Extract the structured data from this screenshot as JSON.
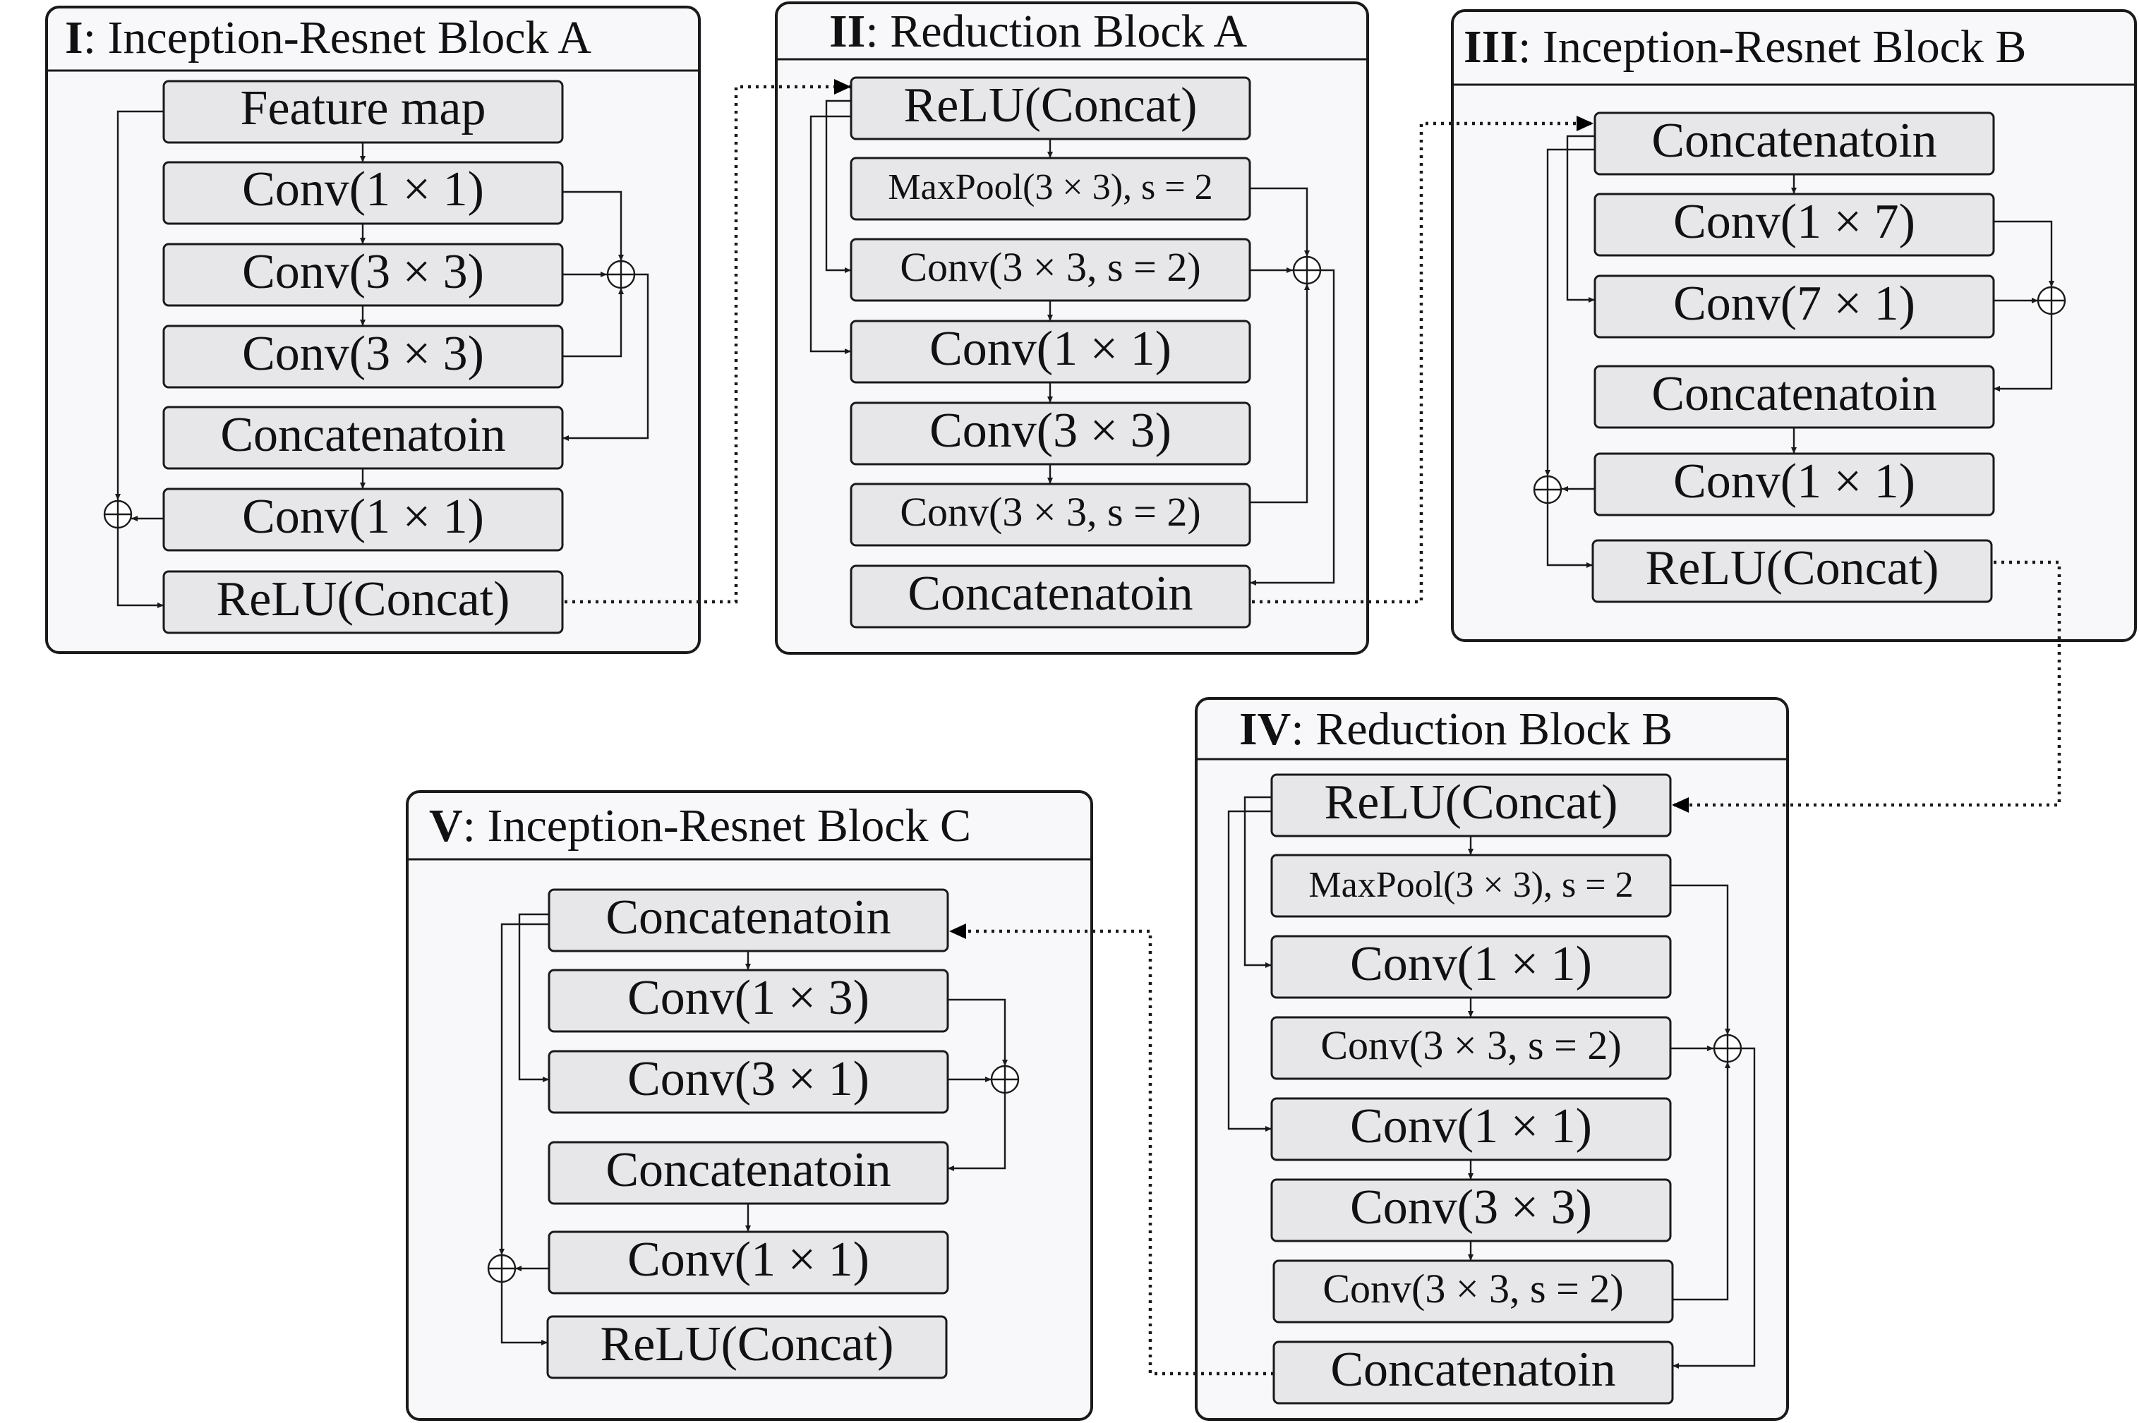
{
  "panels": [
    {
      "id": "I",
      "numeral": "I",
      "title": ": Inception-Resnet Block A",
      "nodes": [
        {
          "id": "fm",
          "label": "Feature map"
        },
        {
          "id": "c11a",
          "label": "Conv(1 × 1)"
        },
        {
          "id": "c33a",
          "label": "Conv(3 × 3)"
        },
        {
          "id": "c33b",
          "label": "Conv(3 × 3)"
        },
        {
          "id": "cat",
          "label": "Concatenatoin"
        },
        {
          "id": "c11b",
          "label": "Conv(1 × 1)"
        },
        {
          "id": "relu",
          "label": "ReLU(Concat)"
        }
      ]
    },
    {
      "id": "II",
      "numeral": "II",
      "title": ": Reduction Block A",
      "nodes": [
        {
          "id": "relu",
          "label": "ReLU(Concat)"
        },
        {
          "id": "mp",
          "label": "MaxPool(3 × 3), s = 2"
        },
        {
          "id": "c33s",
          "label": "Conv(3 × 3, s = 2)"
        },
        {
          "id": "c11",
          "label": "Conv(1 × 1)"
        },
        {
          "id": "c33",
          "label": "Conv(3 × 3)"
        },
        {
          "id": "c33s2",
          "label": "Conv(3 × 3, s = 2)"
        },
        {
          "id": "cat",
          "label": "Concatenatoin"
        }
      ]
    },
    {
      "id": "III",
      "numeral": "III",
      "title": ": Inception-Resnet Block B",
      "nodes": [
        {
          "id": "cat1",
          "label": "Concatenatoin"
        },
        {
          "id": "c17",
          "label": "Conv(1 × 7)"
        },
        {
          "id": "c71",
          "label": "Conv(7 × 1)"
        },
        {
          "id": "cat2",
          "label": "Concatenatoin"
        },
        {
          "id": "c11",
          "label": "Conv(1 × 1)"
        },
        {
          "id": "relu",
          "label": "ReLU(Concat)"
        }
      ]
    },
    {
      "id": "IV",
      "numeral": "IV",
      "title": ": Reduction Block B",
      "nodes": [
        {
          "id": "relu",
          "label": "ReLU(Concat)"
        },
        {
          "id": "mp",
          "label": "MaxPool(3 × 3), s = 2"
        },
        {
          "id": "c11a",
          "label": "Conv(1 × 1)"
        },
        {
          "id": "c33s",
          "label": "Conv(3 × 3, s = 2)"
        },
        {
          "id": "c11b",
          "label": "Conv(1 × 1)"
        },
        {
          "id": "c33",
          "label": "Conv(3 × 3)"
        },
        {
          "id": "c33s2",
          "label": "Conv(3 × 3, s = 2)"
        },
        {
          "id": "cat",
          "label": "Concatenatoin"
        }
      ]
    },
    {
      "id": "V",
      "numeral": "V",
      "title": ": Inception-Resnet Block C",
      "nodes": [
        {
          "id": "cat1",
          "label": "Concatenatoin"
        },
        {
          "id": "c13",
          "label": "Conv(1 × 3)"
        },
        {
          "id": "c31",
          "label": "Conv(3 × 1)"
        },
        {
          "id": "cat2",
          "label": "Concatenatoin"
        },
        {
          "id": "c11",
          "label": "Conv(1 × 1)"
        },
        {
          "id": "relu",
          "label": "ReLU(Concat)"
        }
      ]
    }
  ]
}
